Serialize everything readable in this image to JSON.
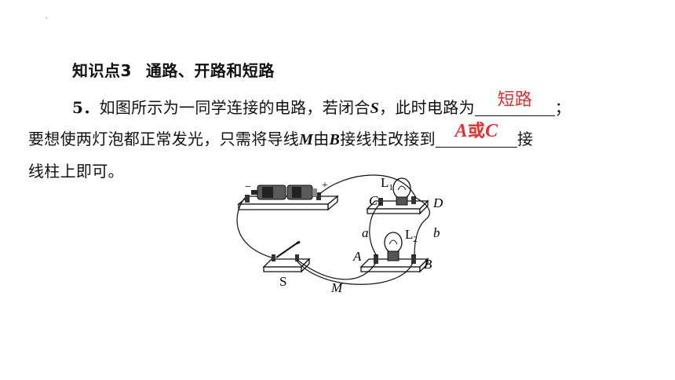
{
  "heading": {
    "label": "知识点3",
    "title": "通路、开路和短路"
  },
  "question": {
    "number": "5．",
    "line1_a": "如图所示为一同学连接的电路，若闭合",
    "line1_S": "S",
    "line1_b": "，此时电路为",
    "line1_end": "；",
    "line2_a": "要想使两灯泡都正常发光，只需将导线",
    "line2_M": "M",
    "line2_b": "由",
    "line2_B": "B",
    "line2_c": "接线柱改接到",
    "line2_end": "接",
    "line3": "线柱上即可。"
  },
  "answers": {
    "blank1": "短路",
    "blank2_a": "A",
    "blank2_or": "或",
    "blank2_c": "C"
  },
  "figure": {
    "battery_minus": "−",
    "battery_plus": "+",
    "L1": "L",
    "L1_sub": "1",
    "L2": "L",
    "L2_sub": "2",
    "C": "C",
    "D": "D",
    "A": "A",
    "B": "B",
    "a": "a",
    "b": "b",
    "S": "S",
    "M": "M"
  },
  "colors": {
    "answer": "#e53030",
    "text": "#111111"
  }
}
